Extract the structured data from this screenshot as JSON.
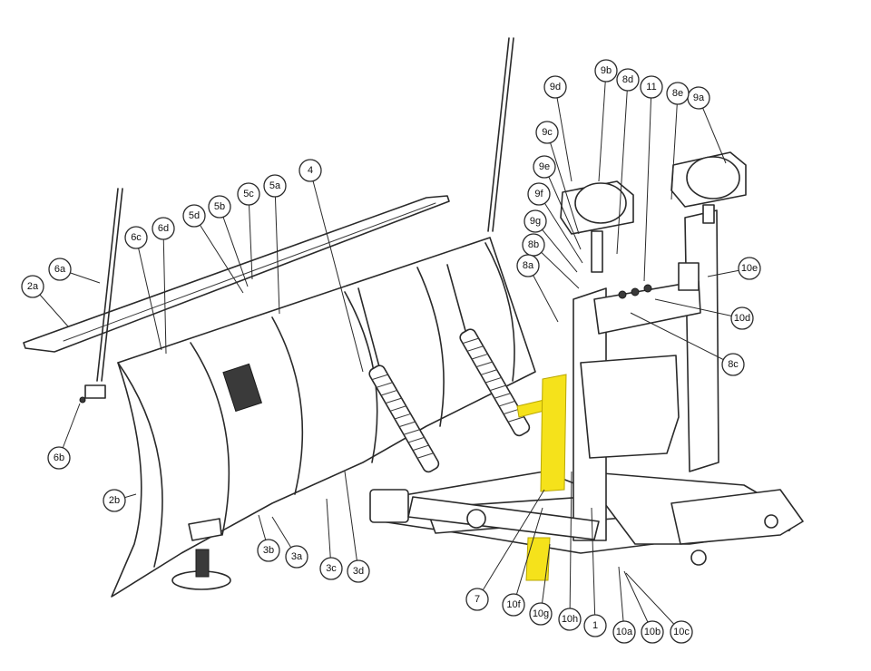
{
  "highlight_color": "#f5e21b",
  "callouts": [
    {
      "id": "2a"
    },
    {
      "id": "6a"
    },
    {
      "id": "6b"
    },
    {
      "id": "6c"
    },
    {
      "id": "6d"
    },
    {
      "id": "5d"
    },
    {
      "id": "5b"
    },
    {
      "id": "5c"
    },
    {
      "id": "5a"
    },
    {
      "id": "4"
    },
    {
      "id": "2b"
    },
    {
      "id": "3b"
    },
    {
      "id": "3a"
    },
    {
      "id": "3c"
    },
    {
      "id": "3d"
    },
    {
      "id": "7"
    },
    {
      "id": "10f"
    },
    {
      "id": "10g"
    },
    {
      "id": "10h"
    },
    {
      "id": "1"
    },
    {
      "id": "10a"
    },
    {
      "id": "10b"
    },
    {
      "id": "10c"
    },
    {
      "id": "8c"
    },
    {
      "id": "10d"
    },
    {
      "id": "10e"
    },
    {
      "id": "9a"
    },
    {
      "id": "8e"
    },
    {
      "id": "11"
    },
    {
      "id": "8d"
    },
    {
      "id": "9b"
    },
    {
      "id": "9d"
    },
    {
      "id": "9c"
    },
    {
      "id": "9e"
    },
    {
      "id": "9f"
    },
    {
      "id": "9g"
    },
    {
      "id": "8b"
    },
    {
      "id": "8a"
    }
  ]
}
